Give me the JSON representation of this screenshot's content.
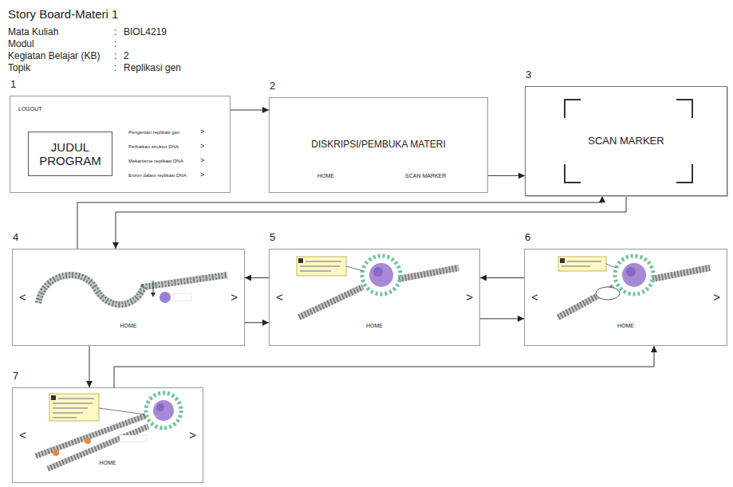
{
  "diagram": {
    "title": "Story Board-Materi 1",
    "nodes": [
      {
        "text": [
          "1",
          "LOGOUT",
          "Pengertian replikasi gen",
          ">",
          "Perbaikan struktur DNA",
          ">",
          "Mekanisme replikasi DNA",
          ">",
          "Enzim dalam replikasi DNA",
          ">"
        ]
      },
      {
        "text": [
          "JUDUL PROGRAM"
        ],
        "in": 0
      },
      {
        "text": [
          "2",
          "DISKRIPSI/PEMBUKA MATERI",
          "HOME",
          "SCAN MARKER"
        ]
      },
      {
        "text": [
          "3",
          "SCAN MARKER"
        ]
      },
      {
        "text": [
          "4",
          "<",
          ">",
          "HOME"
        ]
      },
      {
        "text": [
          "5",
          "<",
          ">",
          "HOME"
        ]
      },
      {
        "text": [
          "6",
          "<",
          ">",
          "HOME"
        ]
      },
      {
        "text": [
          "7",
          "<",
          ">",
          "HOME"
        ]
      }
    ],
    "edges": [
      {
        "from": 0,
        "to": 2,
        "arrow": "to"
      },
      {
        "from": 2,
        "to": 3,
        "arrow": "to"
      },
      {
        "from": 3,
        "to": 4,
        "arrow": "to"
      },
      {
        "from": 4,
        "to": 3,
        "arrow": "to"
      },
      {
        "from": 5,
        "to": 4,
        "arrow": "to"
      },
      {
        "from": 4,
        "to": 5,
        "arrow": "to"
      },
      {
        "from": 6,
        "to": 5,
        "arrow": "to"
      },
      {
        "from": 5,
        "to": 6,
        "arrow": "to"
      },
      {
        "from": 4,
        "to": 7,
        "arrow": "to"
      },
      {
        "from": 7,
        "to": 6,
        "arrow": "to"
      }
    ],
    "labels": [
      "Mata Kuliah",
      ":",
      "BIOL4219",
      "Modul",
      ":",
      "Kegiatan Belajar (KB)",
      ":",
      "2",
      "Topik",
      ":",
      "Replikasi gen"
    ]
  }
}
